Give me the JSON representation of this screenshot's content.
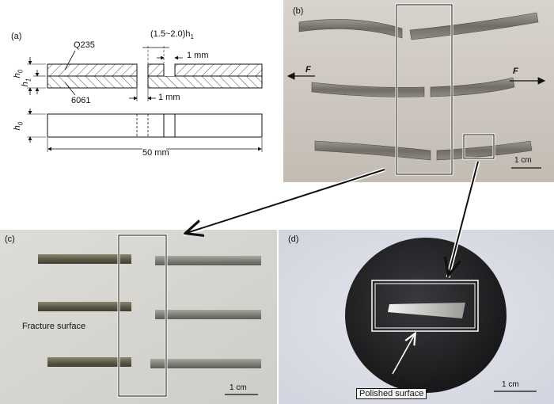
{
  "panel_a": {
    "label": "(a)",
    "material_top": "Q235",
    "material_bottom": "6061",
    "dim_notch_ratio": "(1.5~2.0)h",
    "dim_notch_ratio_sub": "1",
    "dim_top_notch": "1 mm",
    "dim_bottom_notch": "1 mm",
    "dim_total_height": "h",
    "dim_total_height_sub": "0",
    "dim_layer_height": "h",
    "dim_layer_height_sub": "1",
    "dim_side_height": "h",
    "dim_side_height_sub": "0",
    "dim_length": "50 mm"
  },
  "panel_b": {
    "label": "(b)",
    "force_left": "F",
    "force_right": "F",
    "scale": "1 cm"
  },
  "panel_c": {
    "label": "(c)",
    "annotation": "Fracture surface",
    "scale": "1 cm"
  },
  "panel_d": {
    "label": "(d)",
    "annotation": "Polished surface",
    "scale": "1 cm"
  }
}
